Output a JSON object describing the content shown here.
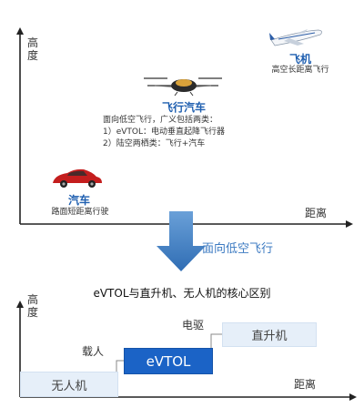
{
  "top_diagram": {
    "y_axis_label": [
      "高",
      "度"
    ],
    "x_axis_label": "距离",
    "plane": {
      "title": "飞机",
      "desc": "高空长距离飞行"
    },
    "flying_car": {
      "title": "飞行汽车",
      "desc_lines": [
        "面向低空飞行，广义包括两类：",
        "1）eVTOL：电动垂直起降飞行器",
        "2）陆空两栖类：飞行+汽车"
      ]
    },
    "car": {
      "title": "汽车",
      "desc": "路面短距离行驶"
    }
  },
  "arrow": {
    "label": "面向低空飞行",
    "color": "#3d7bc2"
  },
  "bottom_diagram": {
    "title": "eVTOL与直升机、无人机的核心区别",
    "y_axis_label": [
      "高",
      "度"
    ],
    "x_axis_label": "距离",
    "steps": [
      {
        "label": "无人机"
      },
      {
        "label": "eVTOL"
      },
      {
        "label": "直升机"
      }
    ],
    "step_labels": [
      "载人",
      "电驱"
    ]
  },
  "colors": {
    "accent_blue": "#1f5fb0",
    "evtol_blue": "#1b63c6",
    "light_box": "#e6eff9"
  }
}
